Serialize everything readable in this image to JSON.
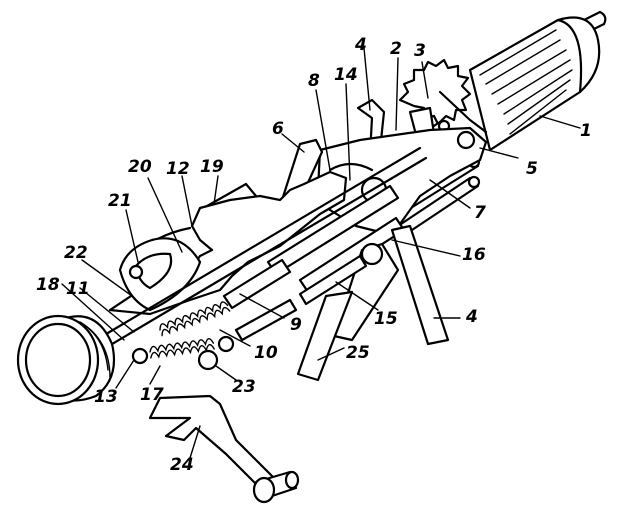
{
  "figure": {
    "labels": [
      {
        "id": "1",
        "text": "1"
      },
      {
        "id": "2",
        "text": "2"
      },
      {
        "id": "3",
        "text": "3"
      },
      {
        "id": "4a",
        "text": "4"
      },
      {
        "id": "4b",
        "text": "4"
      },
      {
        "id": "5",
        "text": "5"
      },
      {
        "id": "6",
        "text": "6"
      },
      {
        "id": "7",
        "text": "7"
      },
      {
        "id": "8",
        "text": "8"
      },
      {
        "id": "9",
        "text": "9"
      },
      {
        "id": "10",
        "text": "10"
      },
      {
        "id": "11",
        "text": "11"
      },
      {
        "id": "12",
        "text": "12"
      },
      {
        "id": "13",
        "text": "13"
      },
      {
        "id": "14",
        "text": "14"
      },
      {
        "id": "15",
        "text": "15"
      },
      {
        "id": "16",
        "text": "16"
      },
      {
        "id": "17",
        "text": "17"
      },
      {
        "id": "18",
        "text": "18"
      },
      {
        "id": "19",
        "text": "19"
      },
      {
        "id": "20",
        "text": "20"
      },
      {
        "id": "21",
        "text": "21"
      },
      {
        "id": "22",
        "text": "22"
      },
      {
        "id": "23",
        "text": "23"
      },
      {
        "id": "24",
        "text": "24"
      },
      {
        "id": "25",
        "text": "25"
      }
    ]
  }
}
